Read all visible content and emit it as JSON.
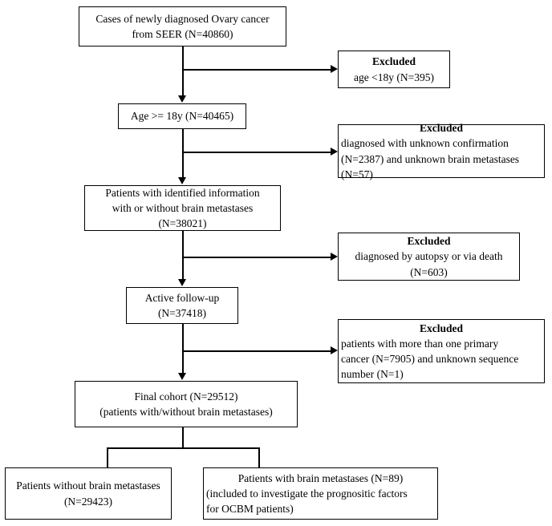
{
  "diagram": {
    "title": "SEER ovary cancer cohort selection flowchart",
    "type": "flowchart",
    "line_color": "#000000",
    "background_color": "#ffffff"
  },
  "nodes": {
    "source": {
      "line1": "Cases of newly diagnosed Ovary cancer",
      "line2": "from SEER (N=40860)"
    },
    "age_filter": {
      "line1": "Age >= 18y (N=40465)"
    },
    "identified": {
      "line1": "Patients with identified information",
      "line2": "with or without brain metastases",
      "line3": "(N=38021)"
    },
    "active_followup": {
      "line1": "Active follow-up",
      "line2": "(N=37418)"
    },
    "final_cohort": {
      "line1": "Final cohort (N=29512)",
      "line2": "(patients with/without brain metastases)"
    },
    "without_bm": {
      "line1": "Patients without brain metastases",
      "line2": "(N=29423)"
    },
    "with_bm": {
      "line1": "Patients with brain metastases (N=89)",
      "line2": "(included to investigate the prognositic factors",
      "line3": "for OCBM patients)"
    }
  },
  "excluded": {
    "age": {
      "header": "Excluded",
      "line1": "age <18y   (N=395)"
    },
    "unknown": {
      "header": "Excluded",
      "line1": "diagnosed with unknown  confirmation",
      "line2": "(N=2387) and unknown brain metastases",
      "line3": "(N=57)"
    },
    "autopsy": {
      "header": "Excluded",
      "line1": "diagnosed by autopsy or via death",
      "line2": "(N=603)"
    },
    "multiprimary": {
      "header": "Excluded",
      "line1": "patients with more than one primary",
      "line2": "cancer (N=7905) and unknown sequence",
      "line3": "number (N=1)"
    }
  }
}
